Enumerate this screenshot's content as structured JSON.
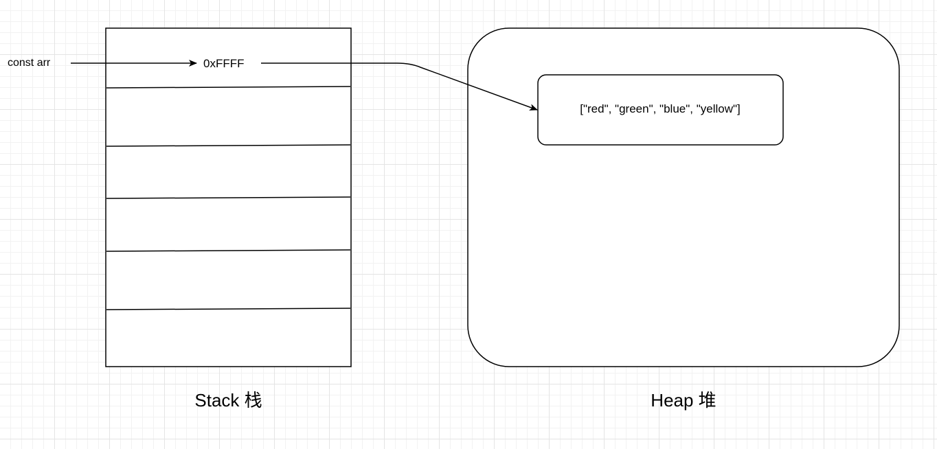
{
  "stack": {
    "title": "Stack 栈",
    "slot_count": 6,
    "entry": {
      "variable": "const arr",
      "address": "0xFFFF"
    }
  },
  "heap": {
    "title": "Heap 堆",
    "object_value": "[\"red\", \"green\", \"blue\", \"yellow\"]"
  },
  "colors": {
    "stroke": "#000000",
    "background": "#ffffff",
    "grid": "#e4e4e4"
  }
}
